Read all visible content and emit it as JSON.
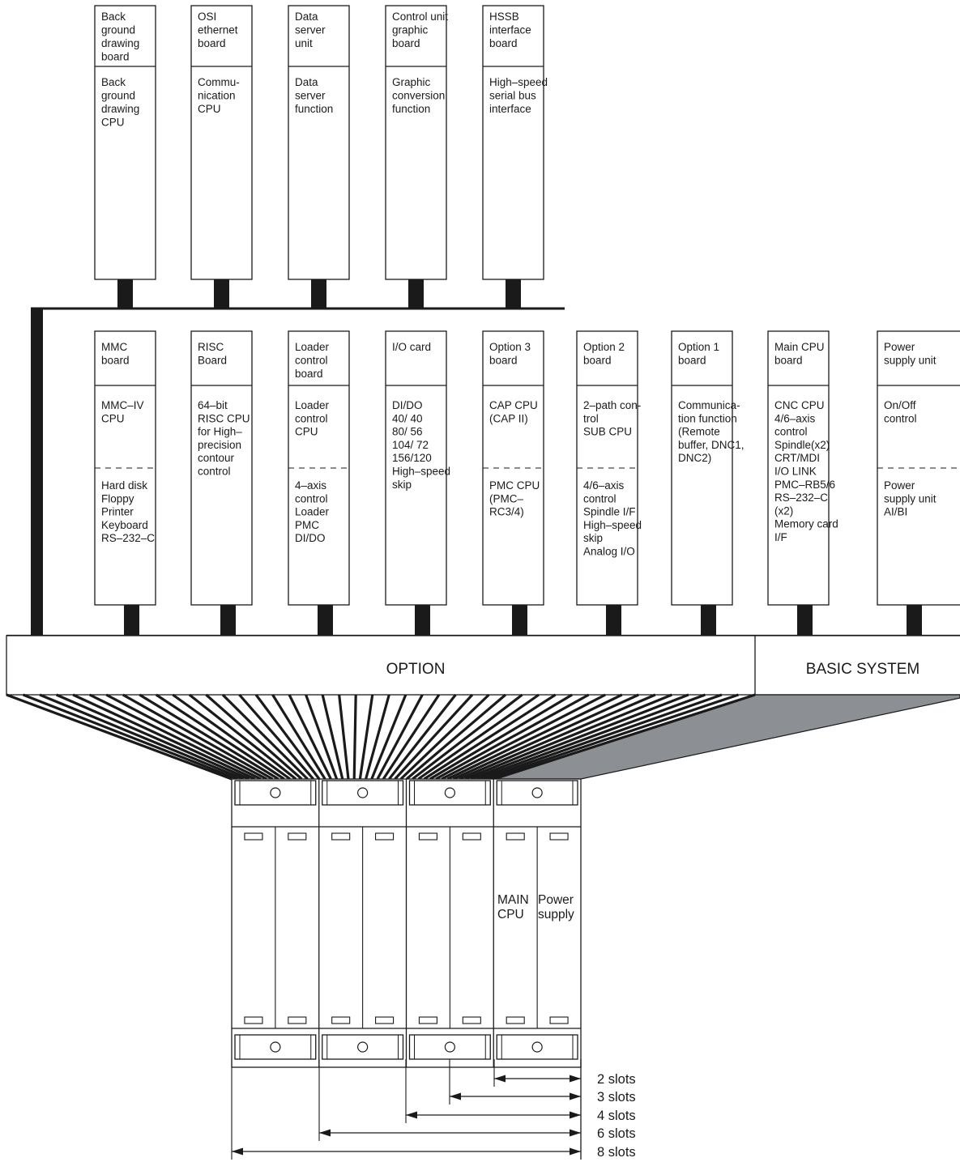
{
  "top_boards": [
    {
      "title": [
        "Back",
        "ground",
        "drawing",
        "board"
      ],
      "function": [
        "Back",
        "ground",
        "drawing",
        "CPU"
      ]
    },
    {
      "title": [
        "OSI",
        "ethernet",
        "board"
      ],
      "function": [
        "Commu-",
        "nication",
        "CPU"
      ]
    },
    {
      "title": [
        "Data",
        "server",
        "unit"
      ],
      "function": [
        "Data",
        "server",
        "function"
      ]
    },
    {
      "title": [
        "Control unit",
        "graphic",
        "board"
      ],
      "function": [
        "Graphic",
        "conversion",
        "function"
      ]
    },
    {
      "title": [
        "HSSB",
        "interface",
        "board"
      ],
      "function": [
        "High–speed",
        "serial bus",
        "interface"
      ]
    }
  ],
  "bottom_boards": [
    {
      "title": [
        "MMC",
        "board"
      ],
      "function": [
        "MMC–IV",
        "CPU"
      ],
      "lower": [
        "Hard disk",
        "Floppy",
        "Printer",
        "Keyboard",
        "RS–232–C"
      ]
    },
    {
      "title": [
        "RISC",
        "Board"
      ],
      "function": [
        "64–bit",
        "RISC CPU",
        "for High–",
        "precision",
        "contour",
        "control"
      ],
      "lower": []
    },
    {
      "title": [
        "Loader",
        "control",
        "board"
      ],
      "function": [
        "Loader",
        "control",
        "CPU"
      ],
      "lower": [
        "4–axis",
        "control",
        "Loader",
        "PMC",
        "DI/DO"
      ]
    },
    {
      "title": [
        "I/O card"
      ],
      "function": [
        "DI/DO",
        " 40/  40",
        " 80/  56",
        "104/  72",
        "156/120",
        "High–speed",
        "skip"
      ],
      "lower": []
    },
    {
      "title": [
        "Option 3",
        "board"
      ],
      "function": [
        "CAP CPU",
        "(CAP II)"
      ],
      "lower": [
        "PMC CPU",
        "(PMC–",
        "RC3/4)"
      ]
    },
    {
      "title": [
        "Option 2",
        "board"
      ],
      "function": [
        "2–path con-",
        "trol",
        "SUB CPU"
      ],
      "lower": [
        "4/6–axis",
        "control",
        "Spindle I/F",
        "High–speed",
        "skip",
        "Analog I/O"
      ]
    },
    {
      "title": [
        "Option 1",
        "board"
      ],
      "function": [
        "Communica-",
        "tion function",
        "(Remote",
        "buffer, DNC1,",
        "DNC2)"
      ],
      "lower": []
    },
    {
      "title": [
        "Main CPU",
        "board"
      ],
      "function": [
        "CNC CPU",
        "4/6–axis",
        "control",
        "Spindle(x2)",
        "CRT/MDI",
        "I/O LINK",
        "PMC–RB5/6",
        "RS–232–C",
        "(x2)",
        "Memory card",
        "I/F"
      ],
      "lower": []
    },
    {
      "title": [
        "Power",
        "supply unit"
      ],
      "function": [
        "On/Off",
        "control"
      ],
      "lower": [
        "Power",
        "supply unit",
        "AI/BI"
      ]
    }
  ],
  "bus": {
    "option_label": "OPTION",
    "basic_label": "BASIC SYSTEM"
  },
  "rack": {
    "main_cpu_label": [
      "MAIN",
      "CPU"
    ],
    "power_label": [
      "Power",
      "supply"
    ]
  },
  "slots": [
    "2 slots",
    "3 slots",
    "4 slots",
    "6 slots",
    "8 slots"
  ],
  "colors": {
    "line": "#1a1a1a",
    "connector": "#1a1a1a",
    "shade": "#8c8f94"
  }
}
